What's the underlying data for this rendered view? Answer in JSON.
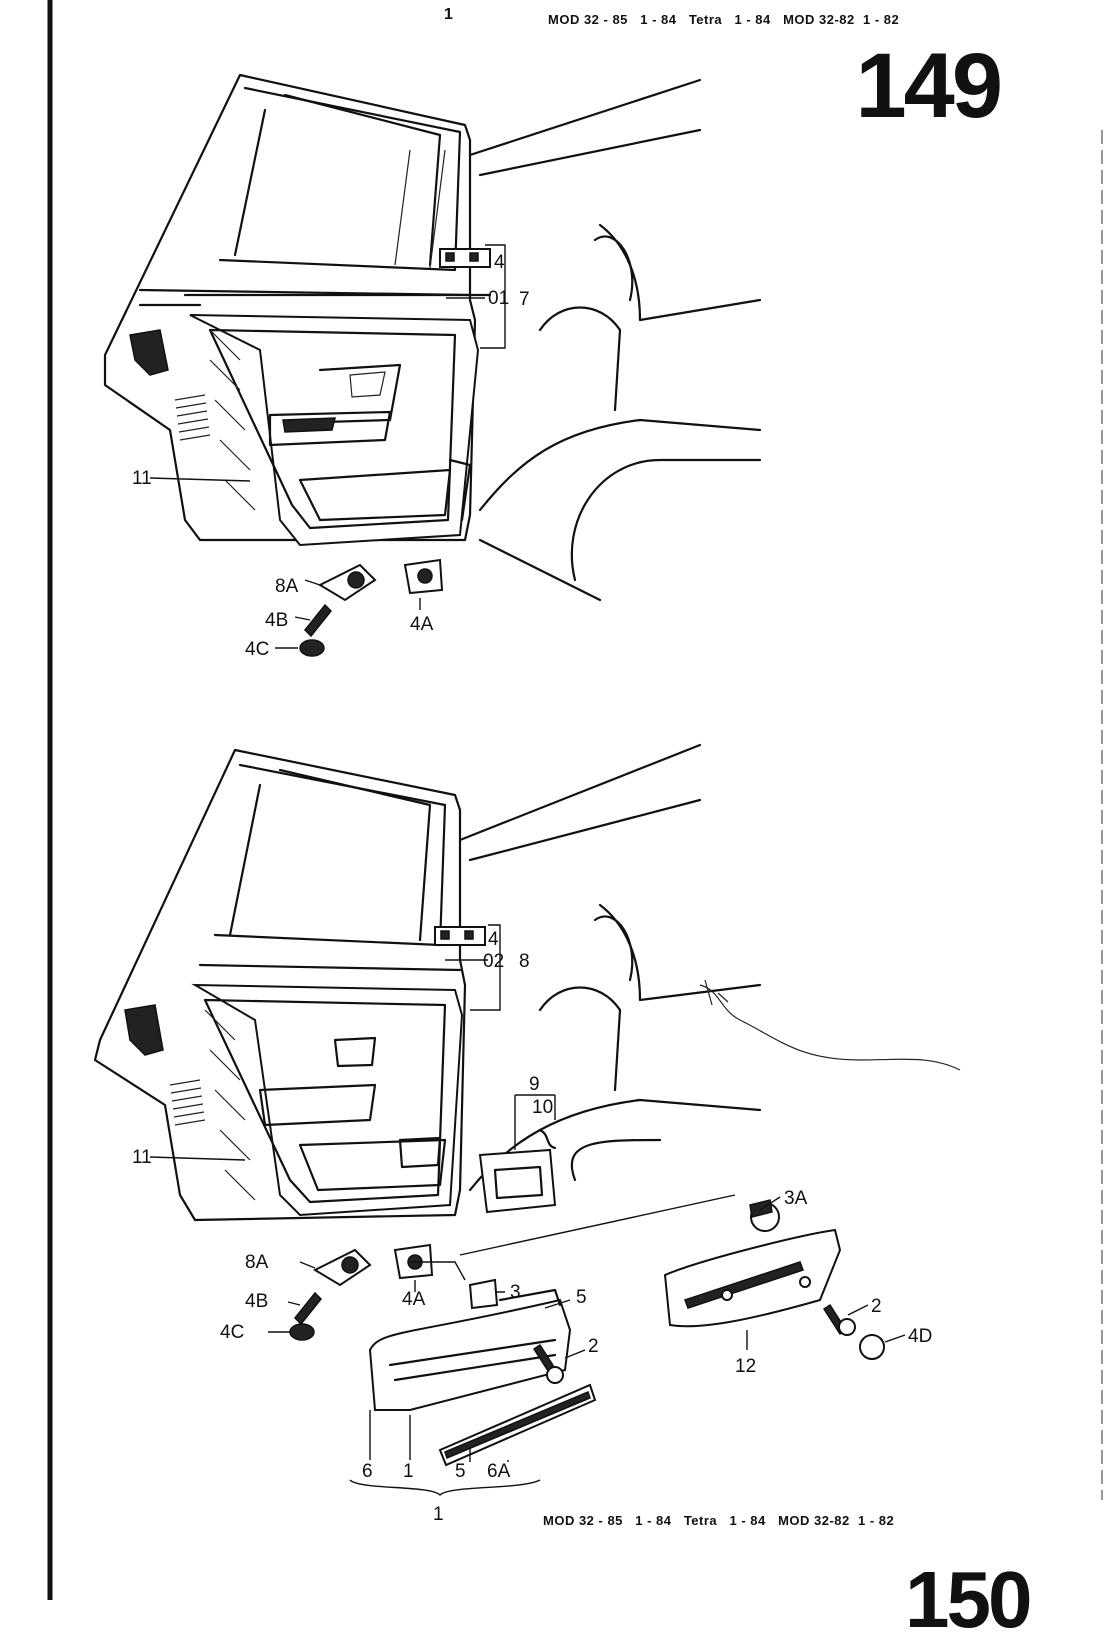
{
  "header": {
    "top_left_mark": "1",
    "models": "MOD 32 - 85   1 - 84   Tetra   1 - 84   MOD 32-82  1 - 82"
  },
  "page_number": "149",
  "footer": {
    "models": "MOD 32 - 85   1 - 84   Tetra   1 - 84   MOD 32-82  1 - 82",
    "next_page_fragment": "150"
  },
  "diagram_top": {
    "callouts": [
      "4",
      "01",
      "7",
      "11",
      "8A",
      "4A",
      "4B",
      "4C"
    ]
  },
  "diagram_bottom": {
    "callouts": [
      "4",
      "02",
      "8",
      "9",
      "10",
      "11",
      "3A",
      "8A",
      "4A",
      "3",
      "5",
      "4B",
      "4C",
      "2",
      "2",
      "4D",
      "12",
      "6",
      "1",
      "5",
      "6A",
      "1"
    ]
  }
}
